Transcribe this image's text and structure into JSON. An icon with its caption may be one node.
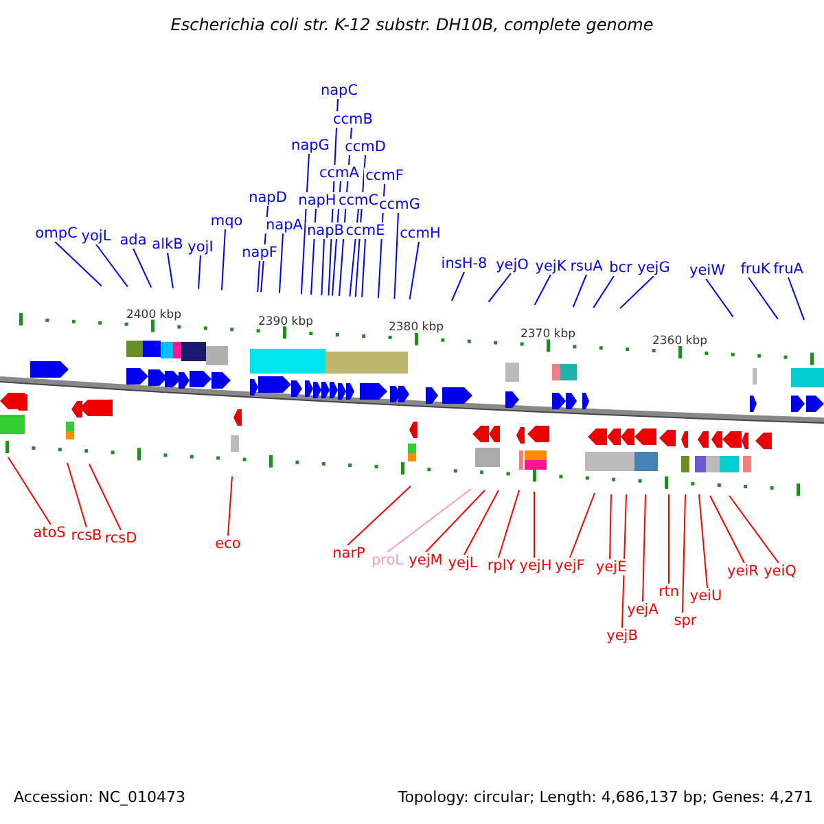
{
  "diagram": {
    "title": "Escherichia coli str. K-12 substr. DH10B, complete genome",
    "nodes": [
      {
        "text": [
          "ompC"
        ]
      },
      {
        "text": [
          "yojL"
        ]
      },
      {
        "text": [
          "ada"
        ]
      },
      {
        "text": [
          "alkB"
        ]
      },
      {
        "text": [
          "yojI"
        ]
      },
      {
        "text": [
          "mqo"
        ]
      },
      {
        "text": [
          "napF"
        ]
      },
      {
        "text": [
          "napD"
        ]
      },
      {
        "text": [
          "napA"
        ]
      },
      {
        "text": [
          "napG"
        ]
      },
      {
        "text": [
          "napH"
        ]
      },
      {
        "text": [
          "napB"
        ]
      },
      {
        "text": [
          "napC"
        ]
      },
      {
        "text": [
          "ccmA"
        ]
      },
      {
        "text": [
          "ccmB"
        ]
      },
      {
        "text": [
          "ccmC"
        ]
      },
      {
        "text": [
          "ccmD"
        ]
      },
      {
        "text": [
          "ccmE"
        ]
      },
      {
        "text": [
          "ccmF"
        ]
      },
      {
        "text": [
          "ccmG"
        ]
      },
      {
        "text": [
          "ccmH"
        ]
      },
      {
        "text": [
          "insH-8"
        ]
      },
      {
        "text": [
          "yejO"
        ]
      },
      {
        "text": [
          "yejK"
        ]
      },
      {
        "text": [
          "rsuA"
        ]
      },
      {
        "text": [
          "bcr"
        ]
      },
      {
        "text": [
          "yejG"
        ]
      },
      {
        "text": [
          "yeiW"
        ]
      },
      {
        "text": [
          "fruK"
        ]
      },
      {
        "text": [
          "fruA"
        ]
      },
      {
        "text": [
          "atoS"
        ]
      },
      {
        "text": [
          "rcsB"
        ]
      },
      {
        "text": [
          "rcsD"
        ]
      },
      {
        "text": [
          "eco"
        ]
      },
      {
        "text": [
          "narP"
        ]
      },
      {
        "text": [
          "proL"
        ]
      },
      {
        "text": [
          "yejM"
        ]
      },
      {
        "text": [
          "yejL"
        ]
      },
      {
        "text": [
          "rplY"
        ]
      },
      {
        "text": [
          "yejH"
        ]
      },
      {
        "text": [
          "yejF"
        ]
      },
      {
        "text": [
          "yejE"
        ]
      },
      {
        "text": [
          "yejB"
        ]
      },
      {
        "text": [
          "yejA"
        ]
      },
      {
        "text": [
          "rtn"
        ]
      },
      {
        "text": [
          "spr"
        ]
      },
      {
        "text": [
          "yeiU"
        ]
      },
      {
        "text": [
          "yeiR"
        ]
      },
      {
        "text": [
          "yeiQ"
        ]
      }
    ],
    "edges": [
      {
        "from": 0,
        "to": null,
        "arrow": "none"
      },
      {
        "from": 1,
        "to": null,
        "arrow": "none"
      },
      {
        "from": 2,
        "to": null,
        "arrow": "none"
      },
      {
        "from": 3,
        "to": null,
        "arrow": "none"
      },
      {
        "from": 4,
        "to": null,
        "arrow": "none"
      },
      {
        "from": 5,
        "to": null,
        "arrow": "none"
      },
      {
        "from": 6,
        "to": null,
        "arrow": "none"
      },
      {
        "from": 7,
        "to": null,
        "arrow": "none"
      },
      {
        "from": 8,
        "to": null,
        "arrow": "none"
      },
      {
        "from": 9,
        "to": null,
        "arrow": "none"
      },
      {
        "from": 10,
        "to": null,
        "arrow": "none"
      },
      {
        "from": 11,
        "to": null,
        "arrow": "none"
      },
      {
        "from": 12,
        "to": null,
        "arrow": "none"
      },
      {
        "from": 13,
        "to": null,
        "arrow": "none"
      },
      {
        "from": 14,
        "to": null,
        "arrow": "none"
      },
      {
        "from": 15,
        "to": null,
        "arrow": "none"
      },
      {
        "from": 16,
        "to": null,
        "arrow": "none"
      },
      {
        "from": 17,
        "to": null,
        "arrow": "none"
      },
      {
        "from": 18,
        "to": null,
        "arrow": "none"
      },
      {
        "from": 19,
        "to": null,
        "arrow": "none"
      },
      {
        "from": 20,
        "to": null,
        "arrow": "none"
      },
      {
        "from": 21,
        "to": null,
        "arrow": "none"
      },
      {
        "from": 22,
        "to": null,
        "arrow": "none"
      },
      {
        "from": 23,
        "to": null,
        "arrow": "none"
      },
      {
        "from": 24,
        "to": null,
        "arrow": "none"
      },
      {
        "from": 25,
        "to": null,
        "arrow": "none"
      },
      {
        "from": 26,
        "to": null,
        "arrow": "none"
      },
      {
        "from": 27,
        "to": null,
        "arrow": "none"
      },
      {
        "from": 28,
        "to": null,
        "arrow": "none"
      },
      {
        "from": 29,
        "to": null,
        "arrow": "none"
      },
      {
        "from": 30,
        "to": null,
        "arrow": "none",
        "color": "#ff0000"
      },
      {
        "from": 31,
        "to": null,
        "arrow": "none",
        "color": "#ff0000"
      },
      {
        "from": 32,
        "to": null,
        "arrow": "none",
        "color": "#ff0000"
      },
      {
        "from": 33,
        "to": null,
        "arrow": "none",
        "color": "#ff0000"
      },
      {
        "from": 34,
        "to": null,
        "arrow": "none",
        "color": "#ff0000"
      },
      {
        "from": 35,
        "to": null,
        "arrow": "none",
        "color": "#ff99cc"
      },
      {
        "from": 36,
        "to": null,
        "arrow": "none",
        "color": "#ff0000"
      },
      {
        "from": 37,
        "to": null,
        "arrow": "none",
        "color": "#ff0000"
      },
      {
        "from": 38,
        "to": null,
        "arrow": "none",
        "color": "#ff0000"
      },
      {
        "from": 39,
        "to": null,
        "arrow": "none",
        "color": "#ff0000"
      },
      {
        "from": 40,
        "to": null,
        "arrow": "none",
        "color": "#ff0000"
      },
      {
        "from": 41,
        "to": null,
        "arrow": "none",
        "color": "#ff0000"
      },
      {
        "from": 42,
        "to": null,
        "arrow": "none",
        "color": "#ff0000"
      },
      {
        "from": 43,
        "to": null,
        "arrow": "none",
        "color": "#ff0000"
      },
      {
        "from": 44,
        "to": null,
        "arrow": "none",
        "color": "#ff0000"
      },
      {
        "from": 45,
        "to": null,
        "arrow": "none",
        "color": "#ff0000"
      },
      {
        "from": 46,
        "to": null,
        "arrow": "none",
        "color": "#ff0000"
      },
      {
        "from": 47,
        "to": null,
        "arrow": "none",
        "color": "#ff0000"
      },
      {
        "from": 48,
        "to": null,
        "arrow": "none",
        "color": "#ff0000"
      }
    ],
    "labels": [
      "2400 kbp",
      "2390 kbp",
      "2380 kbp",
      "2370 kbp",
      "2360 kbp",
      "Accession: NC_010473",
      "Topology: circular; Length: 4,686,137 bp; Genes: 4,271"
    ]
  }
}
